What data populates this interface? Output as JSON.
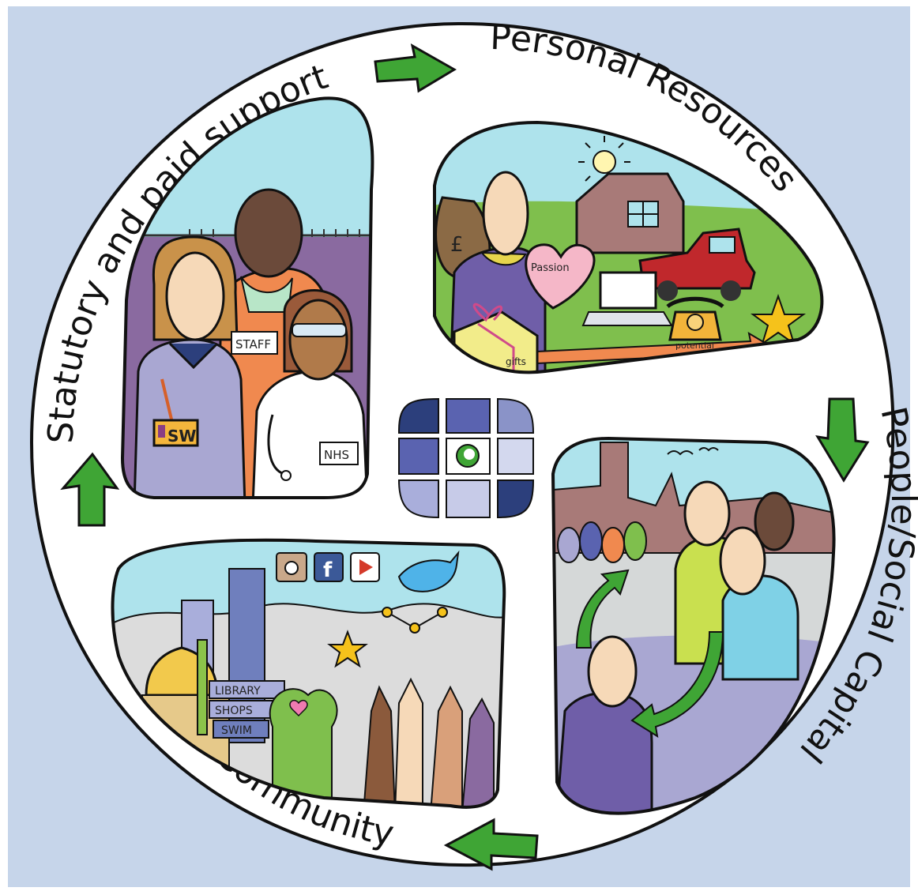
{
  "colors": {
    "background": "#c6d5ea",
    "ring": "#ffffff",
    "arrow": "#3fa535",
    "outline": "#111111",
    "sky": "#aee3ec",
    "grass": "#7fbf4d",
    "purple": "#8a6aa0",
    "center_tiles": "#4a5ea8"
  },
  "labels": {
    "statutory": "Statutory and paid support",
    "personal": "Personal Resources",
    "people": "People/Social Capital",
    "community": "Community"
  },
  "statutory_scene": {
    "badge_staff": "STAFF",
    "badge_sw": "SW",
    "badge_nhs": "NHS"
  },
  "personal_scene": {
    "pound": "£",
    "passion": "Passion",
    "gifts": "gifts",
    "potential": "potential"
  },
  "community_scene": {
    "library": "LIBRARY",
    "shops": "SHOPS",
    "swim": "SWIM"
  },
  "icons": [
    "arrow-up-icon",
    "arrow-right-icon",
    "arrow-down-icon",
    "arrow-left-icon",
    "sun-icon",
    "house-icon",
    "car-icon",
    "laptop-icon",
    "telephone-icon",
    "star-icon",
    "heart-icon",
    "gift-icon",
    "money-bag-icon",
    "instagram-icon",
    "facebook-icon",
    "youtube-icon",
    "twitter-bird-icon"
  ]
}
